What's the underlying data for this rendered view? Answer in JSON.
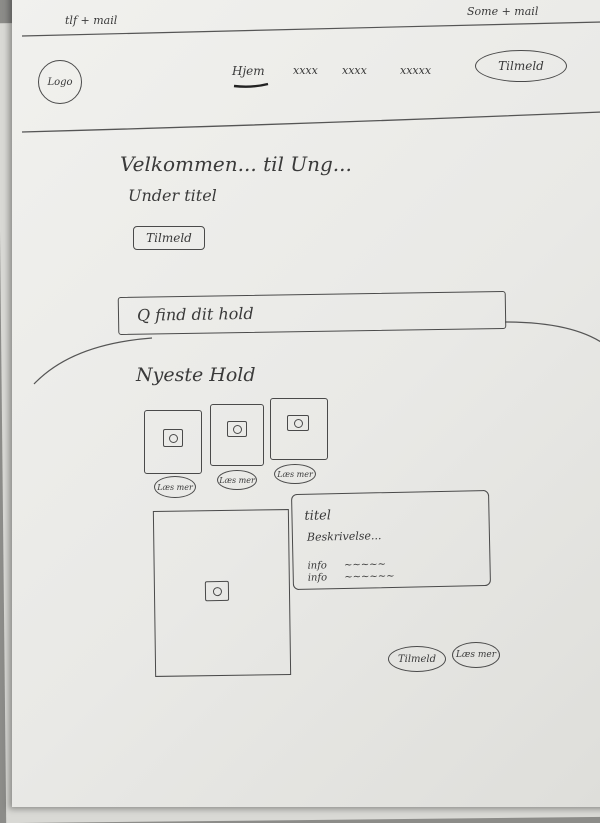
{
  "topbar": {
    "left_note": "tlf + mail",
    "right_note": "Some + mail"
  },
  "header": {
    "logo": "Logo",
    "nav": [
      "Hjem",
      "xxxx",
      "xxxx",
      "xxxxx"
    ],
    "signup_button": "Tilmeld"
  },
  "hero": {
    "title": "Velkommen... til Ung...",
    "subtitle": "Under titel",
    "signup_button": "Tilmeld"
  },
  "search": {
    "icon": "search-icon",
    "placeholder": "Q  find dit hold"
  },
  "newest": {
    "heading": "Nyeste Hold",
    "cards": [
      {
        "button": "Læs mer"
      },
      {
        "button": "Læs mer"
      },
      {
        "button": "Læs mer"
      }
    ]
  },
  "featured": {
    "title": "titel",
    "description": "Beskrivelse...",
    "info_rows": [
      {
        "label": "info",
        "value": "~~~~~"
      },
      {
        "label": "info",
        "value": "~~~~~~"
      }
    ],
    "signup_button": "Tilmeld",
    "read_more_button": "Læs mer"
  }
}
